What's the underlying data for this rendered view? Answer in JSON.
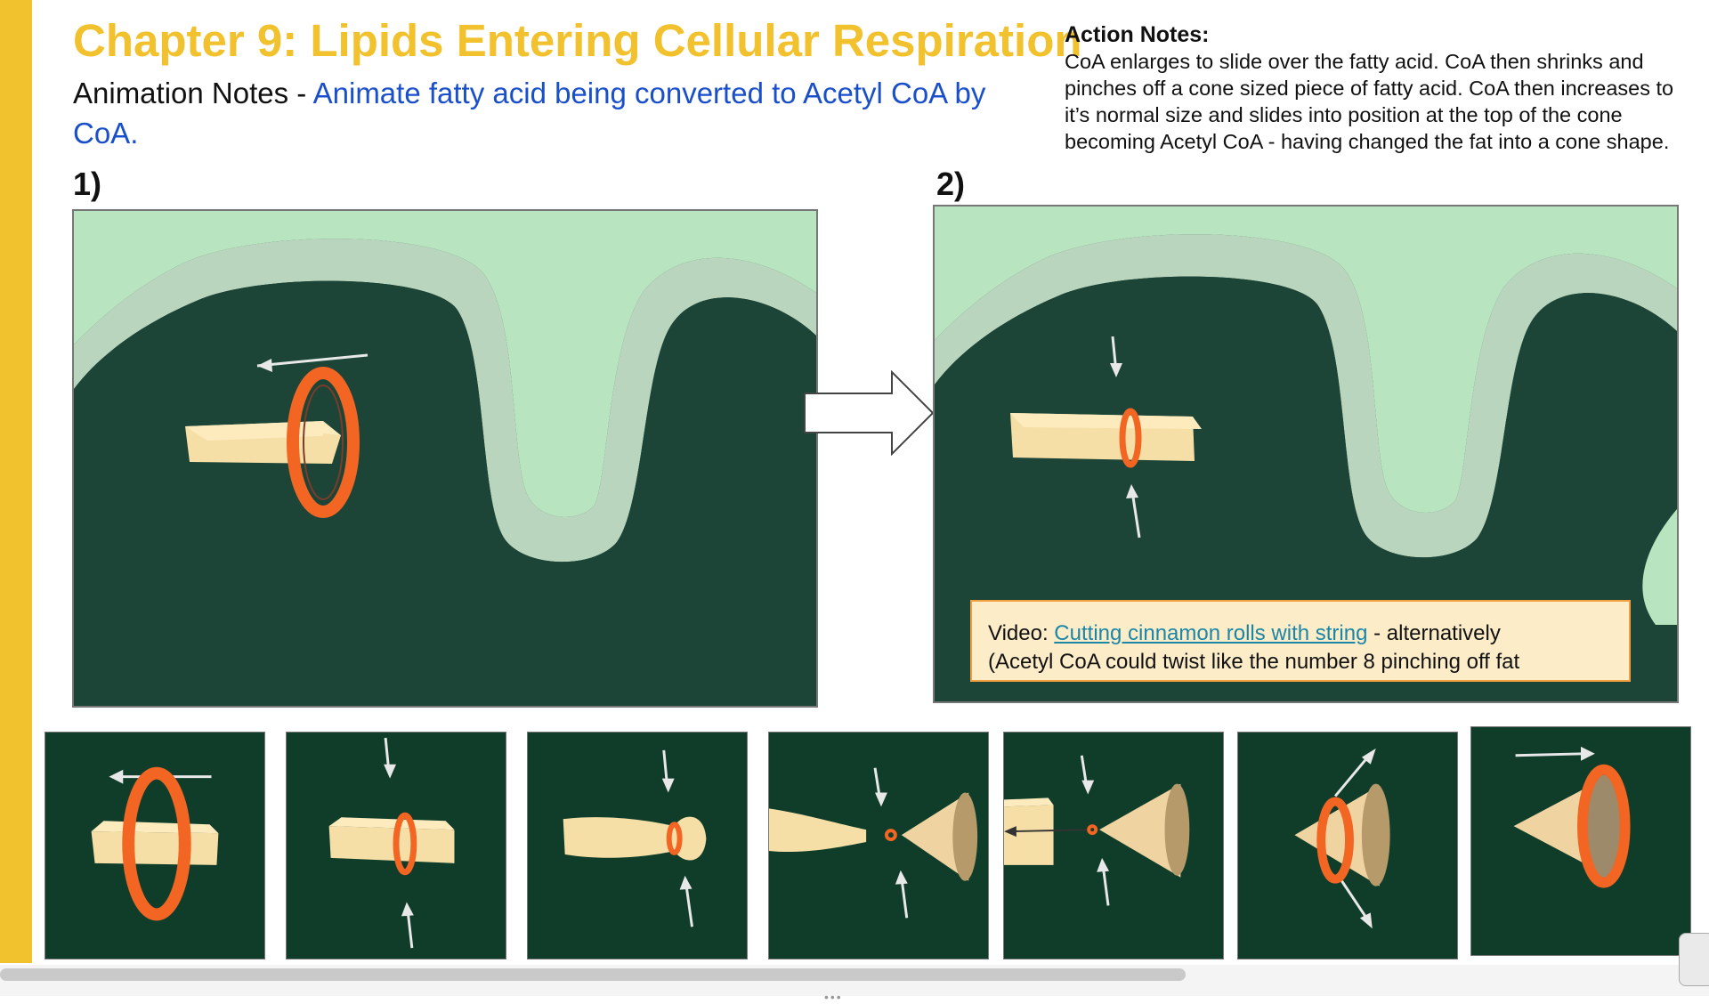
{
  "header": {
    "title": "Chapter 9: Lipids Entering Cellular Respiration",
    "animation_notes_label": "Animation Notes - ",
    "animation_notes_text": "Animate fatty acid being converted to Acetyl CoA by CoA."
  },
  "action_notes": {
    "heading": "Action Notes:",
    "body": "CoA enlarges to slide over the fatty acid.  CoA then shrinks and pinches off a cone sized piece of fatty acid.  CoA then increases to it’s normal size and slides into position at the top of the cone becoming Acetyl CoA - having changed the fat into a cone shape."
  },
  "steps": [
    {
      "label": "1)"
    },
    {
      "label": "2)"
    }
  ],
  "callout": {
    "prefix": "Video: ",
    "link_text": "Cutting cinnamon rolls with string",
    "suffix": "  - alternatively",
    "line2": "(Acetyl CoA could twist like the number 8 pinching off fat"
  },
  "frames": [
    {
      "name": "frame-1-ring-slides-over"
    },
    {
      "name": "frame-2-ring-shrinks"
    },
    {
      "name": "frame-3-pinching"
    },
    {
      "name": "frame-4-cone-formed"
    },
    {
      "name": "frame-5-cone-separates"
    },
    {
      "name": "frame-6-ring-enlarges"
    },
    {
      "name": "frame-7-acetyl-coa"
    }
  ],
  "colors": {
    "title": "#f2c12e",
    "accent_bar": "#f2c12e",
    "notes_blue": "#1a4fcc",
    "ring_orange": "#f26522",
    "fatty_acid": "#f7dca0",
    "panel_green": "#173d32",
    "membrane": "#b8e4bf",
    "callout_bg": "#fdecc8",
    "callout_border": "#f0a040",
    "link": "#1a86a8"
  },
  "icons": [
    "arrow-right-icon",
    "arrow-left-icon",
    "arrow-down-icon",
    "arrow-up-icon",
    "ring-icon",
    "cone-icon"
  ]
}
